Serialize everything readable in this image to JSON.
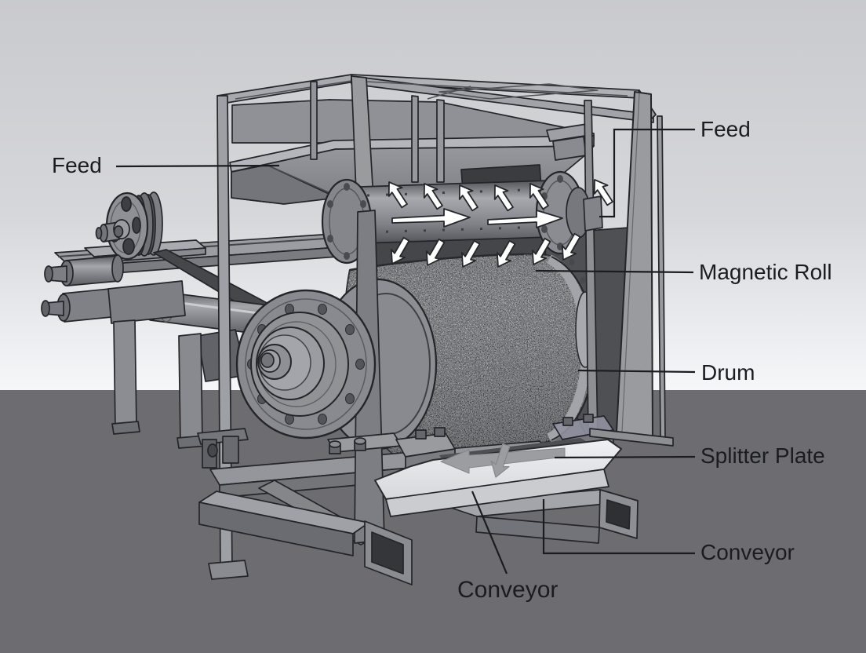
{
  "labels": {
    "feed_left": "Feed",
    "feed_right": "Feed",
    "magnetic_roll": "Magnetic Roll",
    "drum": "Drum",
    "splitter_plate": "Splitter Plate",
    "conveyor_right": "Conveyor",
    "conveyor_bottom": "Conveyor"
  },
  "colors": {
    "ink": "#1b1c1f",
    "floor": "#6d6d71",
    "sky_top": "#c9cacd",
    "sky_horizon": "#f6f7f9",
    "machine_light": "#aeafb4",
    "machine_mid": "#8e8f94",
    "machine_dark": "#55565a",
    "arrow_white": "#ffffff",
    "tray_light": "#e9eaec"
  },
  "icons": {
    "axial_flow_arrow": "arrow-right",
    "top_scatter_arrow": "arrow-up-left",
    "bottom_scatter_arrow": "arrow-down-left",
    "tray_flow_arrow": "arrow-left",
    "tray_drop_arrow": "arrow-down-left"
  }
}
